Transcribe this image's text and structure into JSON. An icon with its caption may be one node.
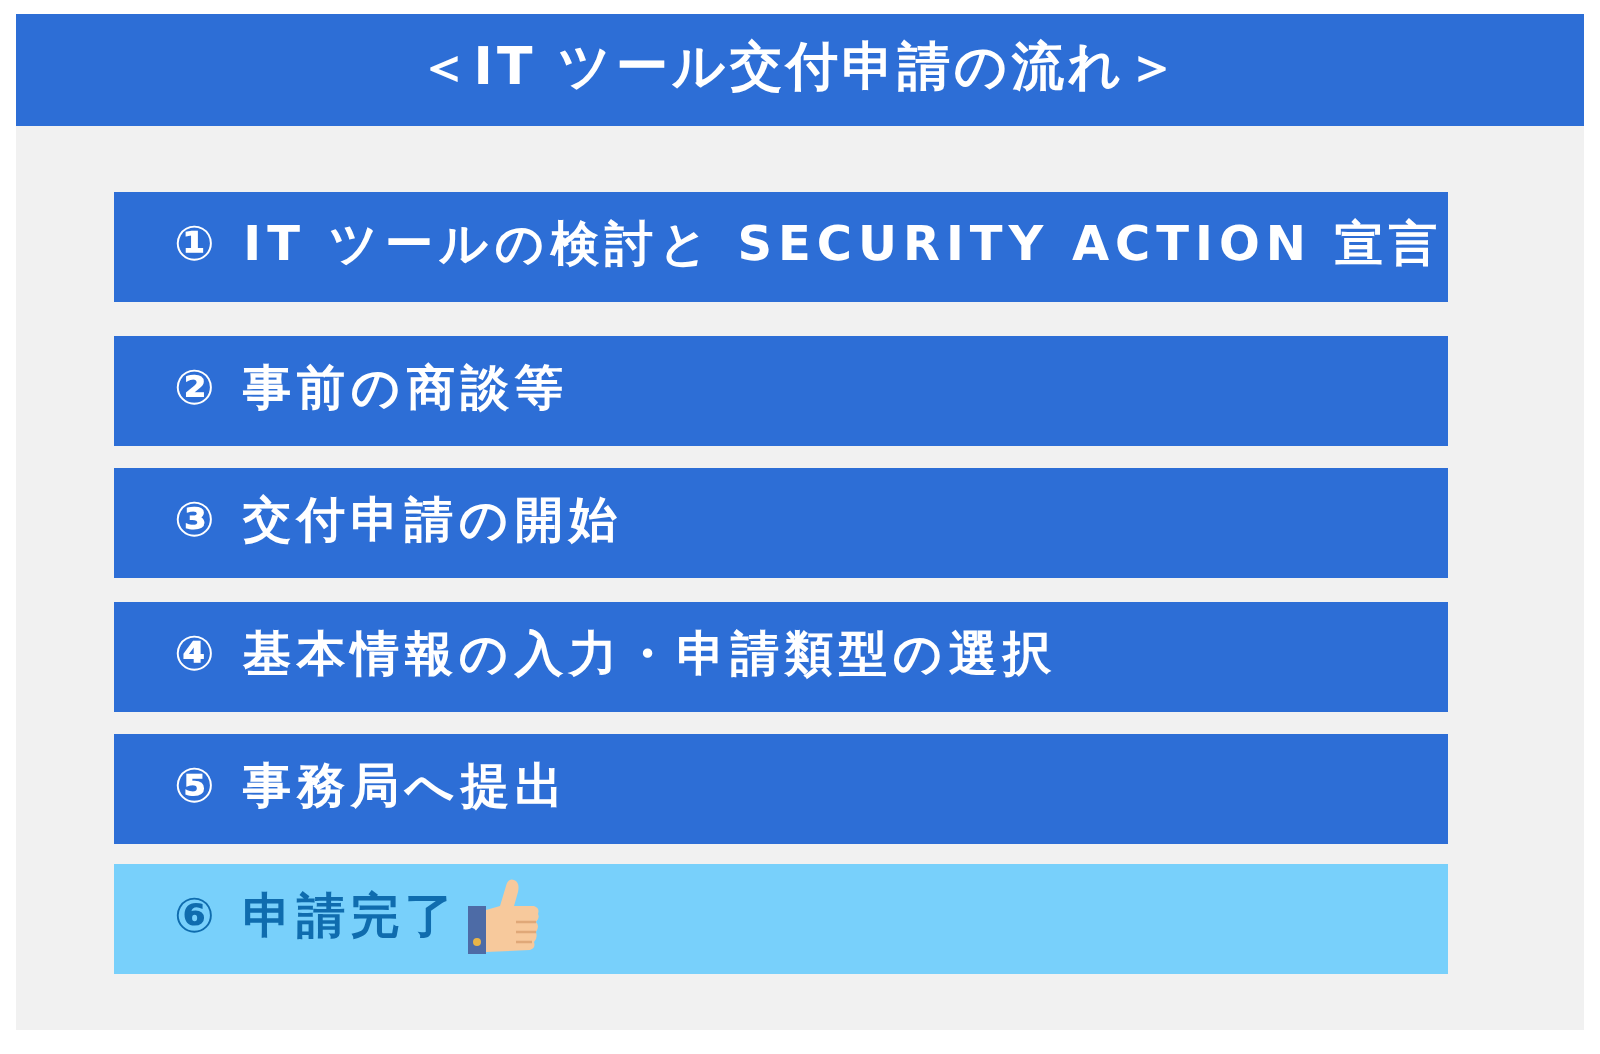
{
  "diagram": {
    "title": "＜IT ツール交付申請の流れ＞",
    "nodes": [
      {
        "text": [
          "① IT ツールの検討と SECURITY ACTION 宣言"
        ]
      },
      {
        "text": [
          "② 事前の商談等"
        ]
      },
      {
        "text": [
          "③ 交付申請の開始"
        ]
      },
      {
        "text": [
          "④ 基本情報の入力・申請類型の選択"
        ]
      },
      {
        "text": [
          "⑤ 事務局へ提出"
        ]
      },
      {
        "text": [
          "⑥ 申請完了"
        ]
      }
    ]
  }
}
